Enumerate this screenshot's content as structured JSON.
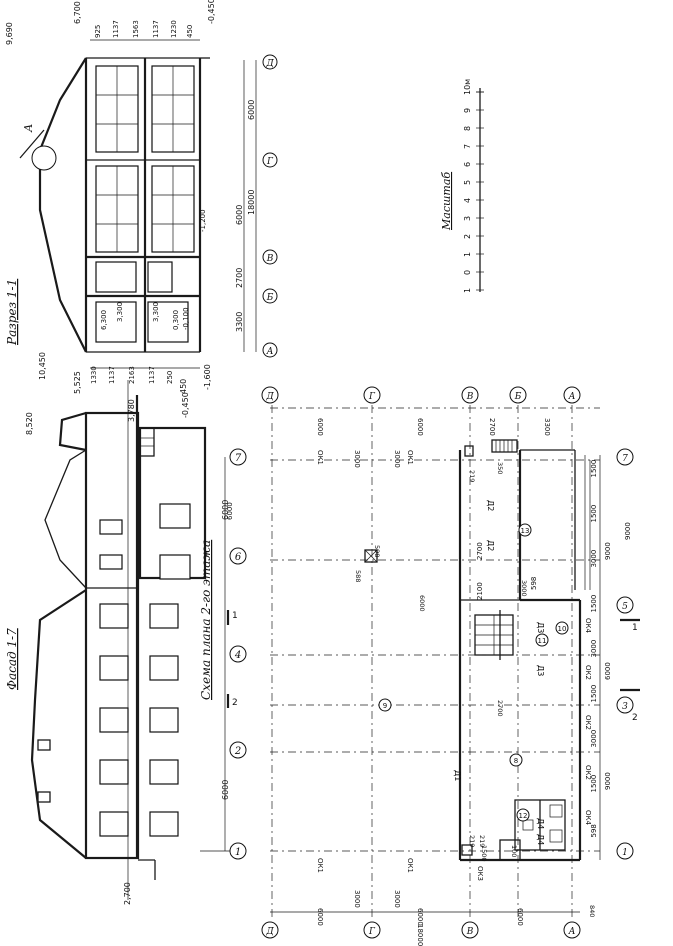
{
  "titles": {
    "facade": "Фасад 1-7",
    "section": "Разрез 1-1",
    "plan": "Схема плана 2-го этажа",
    "scale": "Масштаб"
  },
  "scale": {
    "ticks": [
      "1",
      "0",
      "1",
      "2",
      "3",
      "4",
      "5",
      "6",
      "7",
      "8",
      "9",
      "10м"
    ]
  },
  "facade": {
    "levels": [
      "8,520",
      "3,780",
      "2,700"
    ],
    "axes": [
      "1",
      "2",
      "4",
      "6",
      "7"
    ],
    "dim_6000a": "6000",
    "dim_6000b": "6000"
  },
  "section": {
    "levels_top": [
      "9,690",
      "6,700",
      "-0,450"
    ],
    "levels_bottom": [
      "10,450",
      "5,525",
      "450",
      "-1,600",
      "-0,450"
    ],
    "room_levels": [
      "6,300",
      "3,300",
      "3,300",
      "0,300",
      "-0,100"
    ],
    "mark_A": "А",
    "axes": [
      "А",
      "Б",
      "В",
      "Г",
      "Д"
    ],
    "spans": [
      "3300",
      "2700",
      "6000",
      "6000"
    ],
    "total": "18000",
    "chain_top": [
      "925",
      "1137",
      "1563",
      "1137",
      "1230",
      "450"
    ],
    "chain_bottom": [
      "1330",
      "1137",
      "2163",
      "1137",
      "250"
    ],
    "note": "-1,200"
  },
  "plan": {
    "axes_rows": [
      "А",
      "Б",
      "В",
      "Г",
      "Д"
    ],
    "axes_cols": [
      "1",
      "2",
      "3",
      "4",
      "5",
      "6",
      "7"
    ],
    "spans_rows": [
      "6000",
      "6000",
      "6000"
    ],
    "total_rows": "18000",
    "spans_right": [
      "6000",
      "6000",
      "2700",
      "3300"
    ],
    "cols_dims": [
      "6000",
      "9000",
      "2100",
      "2700",
      "598"
    ],
    "bottom_chain": [
      "598",
      "1500",
      "3000",
      "1500",
      "3000",
      "1500",
      "3000",
      "1500",
      "1500"
    ],
    "bottom_totals": [
      "9000",
      "6000",
      "9000"
    ],
    "windows": [
      "ОК1",
      "ОК1",
      "ОК1",
      "ОК1",
      "ОК2",
      "ОК2",
      "ОК2",
      "ОК3",
      "ОК4",
      "ОК4"
    ],
    "doors": [
      "Д1",
      "Д2",
      "Д2",
      "Д3",
      "Д3",
      "Д4",
      "Д4"
    ],
    "rooms": [
      "8",
      "9",
      "10",
      "11",
      "12",
      "13"
    ],
    "dims_3000": [
      "3000",
      "3000",
      "3000",
      "3000"
    ],
    "misc": [
      "219",
      "219",
      "219",
      "350",
      "598",
      "588",
      "100",
      "1500",
      "2700",
      "3000",
      "6000",
      "840"
    ],
    "section_marks": [
      "1",
      "2",
      "5",
      "3",
      "1",
      "2",
      "1"
    ]
  }
}
